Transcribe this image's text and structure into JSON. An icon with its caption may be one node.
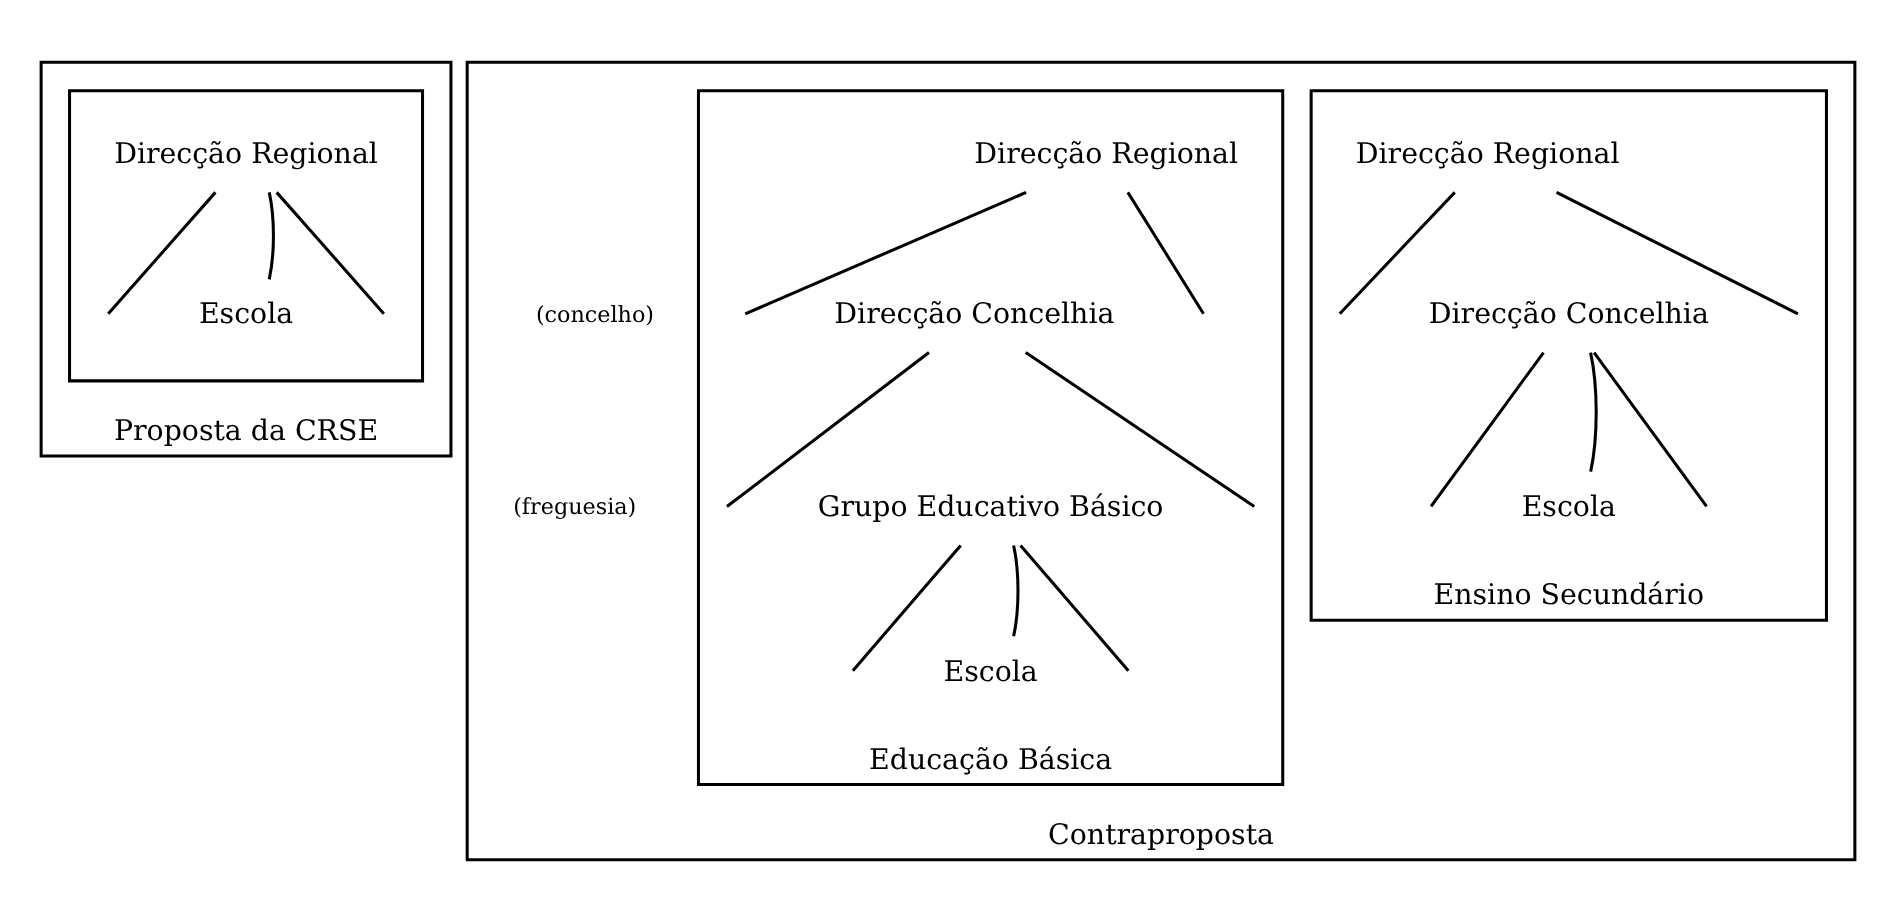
{
  "diagram": {
    "nodes": [
      {
        "text": [
          "Proposta da CRSE"
        ]
      },
      {
        "text": [],
        "shape": "box",
        "in": 0
      },
      {
        "text": [
          "Direcção Regional"
        ],
        "in": 1
      },
      {
        "text": [
          "Escola"
        ],
        "in": 1
      },
      {
        "text": [
          "Contraproposta"
        ]
      },
      {
        "text": [
          "Ensino Secundário"
        ],
        "in": 4
      },
      {
        "text": [
          "Direcção Regional"
        ],
        "in": 5
      },
      {
        "text": [
          "Direcção Concelhia"
        ],
        "in": 5
      },
      {
        "text": [
          "Escola"
        ],
        "in": 5
      },
      {
        "text": [
          "Educação Básica"
        ],
        "in": 4
      },
      {
        "text": [
          "Direcção Regional"
        ],
        "in": 9
      },
      {
        "text": [
          "Direcção Concelhia"
        ],
        "in": 9
      },
      {
        "text": [
          "Grupo Educativo Básico"
        ],
        "in": 9
      },
      {
        "text": [
          "Escola"
        ],
        "in": 9
      }
    ],
    "edges": [
      {
        "from": 2,
        "to": null,
        "arrow": "none"
      },
      {
        "from": 2,
        "to": 3,
        "arrow": "none"
      },
      {
        "from": 2,
        "to": null,
        "arrow": "none"
      },
      {
        "from": 6,
        "to": null,
        "arrow": "none"
      },
      {
        "from": 6,
        "to": null,
        "arrow": "none"
      },
      {
        "from": 7,
        "to": null,
        "arrow": "none"
      },
      {
        "from": 7,
        "to": 8,
        "arrow": "none"
      },
      {
        "from": 7,
        "to": null,
        "arrow": "none"
      },
      {
        "from": 10,
        "to": null,
        "arrow": "none"
      },
      {
        "from": 10,
        "to": null,
        "arrow": "none"
      },
      {
        "from": 11,
        "to": null,
        "arrow": "none"
      },
      {
        "from": 11,
        "to": null,
        "arrow": "none"
      },
      {
        "from": 12,
        "to": null,
        "arrow": "none"
      },
      {
        "from": 12,
        "to": 13,
        "arrow": "none"
      },
      {
        "from": 12,
        "to": null,
        "arrow": "none"
      }
    ],
    "labels": [
      "(concelho)",
      "(freguesia)"
    ]
  }
}
